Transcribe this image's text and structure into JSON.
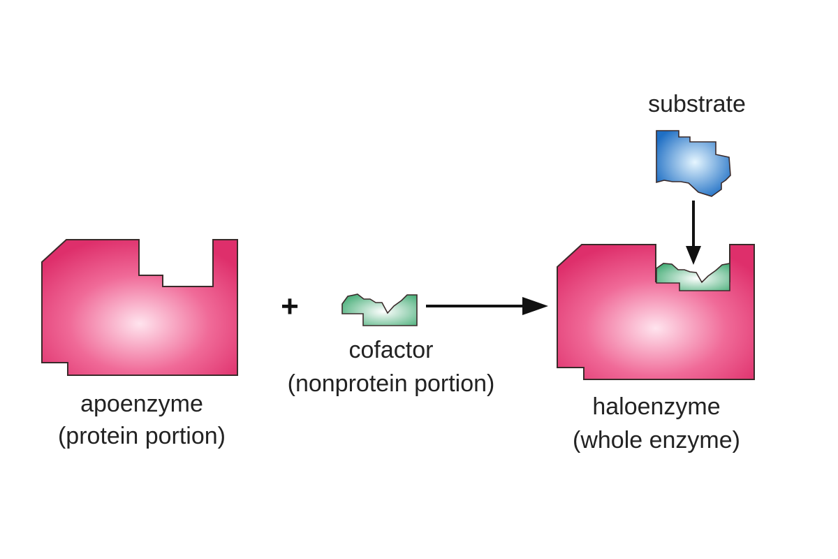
{
  "labels": {
    "apoenzyme_name": "apoenzyme",
    "apoenzyme_desc": "(protein portion)",
    "cofactor_name": "cofactor",
    "cofactor_desc": "(nonprotein portion)",
    "holoenzyme_name": "haloenzyme",
    "holoenzyme_desc": "(whole enzyme)",
    "substrate_name": "substrate",
    "plus_sign": "+"
  },
  "colors": {
    "enzyme_center": "#ffe4ee",
    "enzyme_mid": "#f06a98",
    "enzyme_edge": "#de2f6b",
    "cofactor_center": "#ffffff",
    "cofactor_edge": "#3faa72",
    "substrate_center": "#e6f6ff",
    "substrate_edge": "#1f6fc4",
    "outline": "#3a2a2a",
    "arrow": "#111111"
  },
  "icons": {
    "apoenzyme": "apoenzyme-shape-icon",
    "cofactor": "cofactor-shape-icon",
    "holoenzyme": "holoenzyme-shape-icon",
    "substrate": "substrate-shape-icon"
  }
}
